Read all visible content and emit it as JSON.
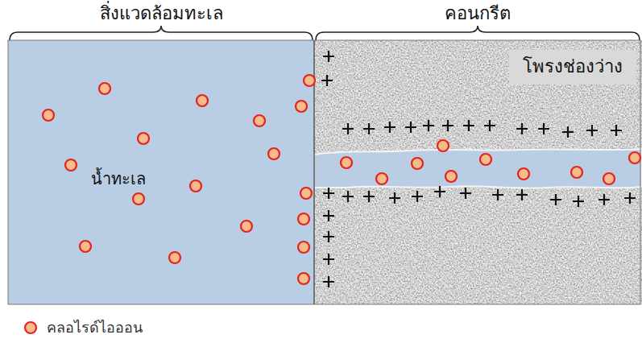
{
  "diagram": {
    "nodes": [
      {
        "text": [
          "น้ำทะเล"
        ]
      },
      {
        "text": [
          "โพรงช่องว่าง"
        ]
      }
    ],
    "labels": [
      "สิ่งแวดล้อมทะเล",
      "คอนกรีต"
    ],
    "legend": [
      {
        "text": "คลอไรด์ไอออน"
      }
    ]
  }
}
